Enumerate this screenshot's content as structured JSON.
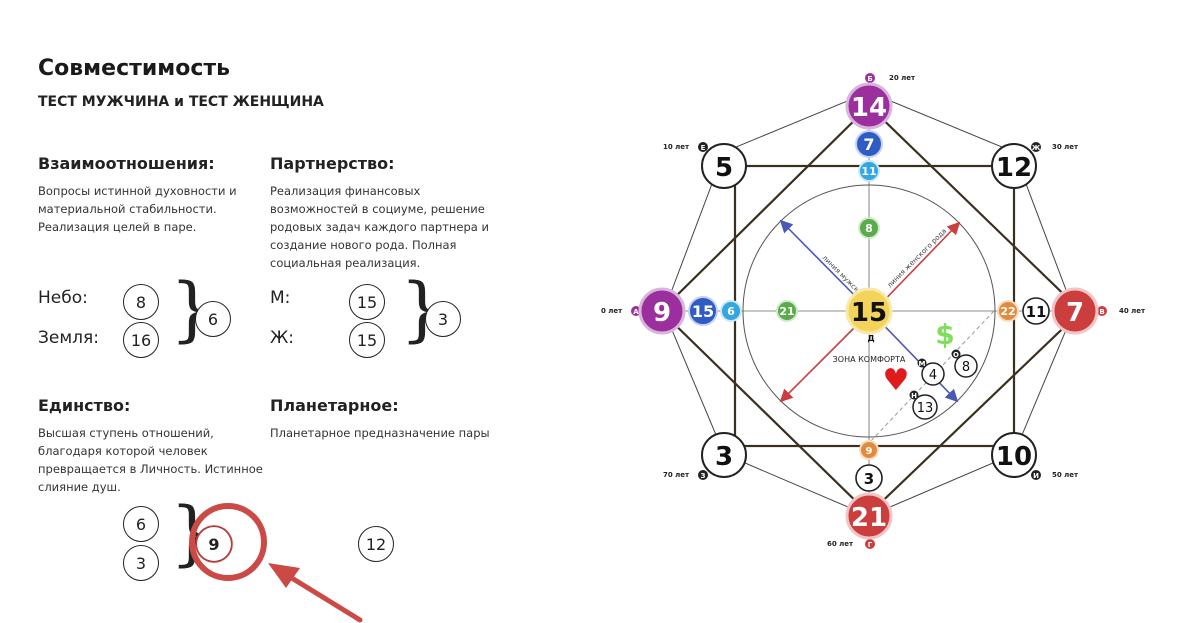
{
  "header": {
    "title": "Совместимость",
    "subtitle": "ТЕСТ МУЖЧИНА и ТЕСТ ЖЕНЩИНА"
  },
  "relations": {
    "title": "Взаимоотношения:",
    "description": [
      "Вопросы истинной духовности и",
      "материальной стабильности.",
      "Реализация целей в паре."
    ],
    "sky_label": "Небо:",
    "earth_label": "Земля:",
    "sky_value": "8",
    "earth_value": "16",
    "result": "6"
  },
  "partnership": {
    "title": "Партнерство:",
    "description": [
      "Реализация финансовых",
      "возможностей в социуме, решение",
      "родовых задач каждого партнера и",
      "создание нового рода. Полная",
      "социальная реализация."
    ],
    "m_label": "М:",
    "f_label": "Ж:",
    "m_value": "15",
    "f_value": "15",
    "result": "3"
  },
  "unity": {
    "title": "Единство:",
    "description": [
      "Высшая ступень отношений,",
      "благодаря которой человек",
      "превращается в Личность. Истинное",
      "слияние душ."
    ],
    "value_top": "6",
    "value_bottom": "3",
    "result": "9"
  },
  "planetary": {
    "title": "Планетарное:",
    "description": "Планетарное предназначение пары",
    "value": "12"
  },
  "diagram": {
    "center": "15",
    "center_letter": "Д",
    "comfort_zone": "ЗОНА КОМФОРТА",
    "male_line": "линия мужского рода",
    "female_line": "линия женского рода",
    "dollar": "$",
    "heart": "♥",
    "top": {
      "main": "14",
      "second": "7",
      "third": "11",
      "inner": "8",
      "letter": "Б",
      "age": "20 лет"
    },
    "left": {
      "main": "9",
      "second": "15",
      "third": "6",
      "inner": "21",
      "letter": "А",
      "age": "0 лет"
    },
    "right": {
      "main": "7",
      "second": "11",
      "third": "22",
      "letter": "В",
      "age": "40 лет"
    },
    "bottom": {
      "main": "21",
      "second": "3",
      "third": "9",
      "letter": "Г",
      "age": "60 лет"
    },
    "top_left": {
      "main": "5",
      "letter": "Е",
      "age": "10 лет"
    },
    "top_right": {
      "main": "12",
      "letter": "Ж",
      "age": "30 лет"
    },
    "bottom_left": {
      "main": "3",
      "letter": "З",
      "age": "70 лет"
    },
    "bottom_right": {
      "main": "10",
      "letter": "И",
      "age": "50 лет"
    },
    "inner_nodes": {
      "m": "4",
      "o": "8",
      "n": "13",
      "m_letter": "М",
      "o_letter": "О",
      "n_letter": "Н"
    },
    "colors": {
      "violet": "#9b2f9e",
      "blue": "#2f5bc4",
      "lightblue": "#34a6e0",
      "green": "#5aab4b",
      "yellow": "#f3d35a",
      "red": "#cc3d3d",
      "orange": "#e08c3b"
    }
  }
}
